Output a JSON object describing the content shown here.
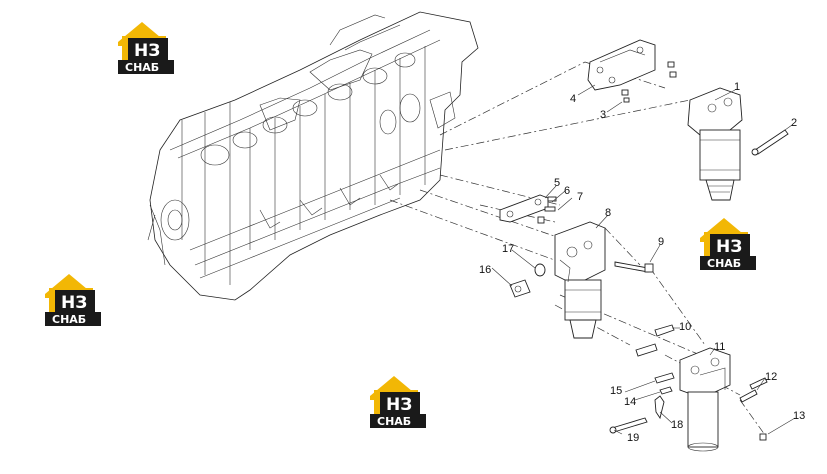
{
  "callouts": [
    {
      "id": "1",
      "label": "1"
    },
    {
      "id": "2",
      "label": "2"
    },
    {
      "id": "3",
      "label": "3"
    },
    {
      "id": "4",
      "label": "4"
    },
    {
      "id": "5",
      "label": "5"
    },
    {
      "id": "6",
      "label": "6"
    },
    {
      "id": "7",
      "label": "7"
    },
    {
      "id": "8",
      "label": "8"
    },
    {
      "id": "9",
      "label": "9"
    },
    {
      "id": "10",
      "label": "10"
    },
    {
      "id": "11",
      "label": "11"
    },
    {
      "id": "12",
      "label": "12"
    },
    {
      "id": "13",
      "label": "13"
    },
    {
      "id": "14",
      "label": "14"
    },
    {
      "id": "15",
      "label": "15"
    },
    {
      "id": "16",
      "label": "16"
    },
    {
      "id": "17",
      "label": "17"
    },
    {
      "id": "18",
      "label": "18"
    },
    {
      "id": "19",
      "label": "19"
    }
  ],
  "watermark": {
    "line1": "НЗ",
    "line2": "СНАБ",
    "accent_color": "#f2b705",
    "dark_color": "#1a1a1a"
  }
}
